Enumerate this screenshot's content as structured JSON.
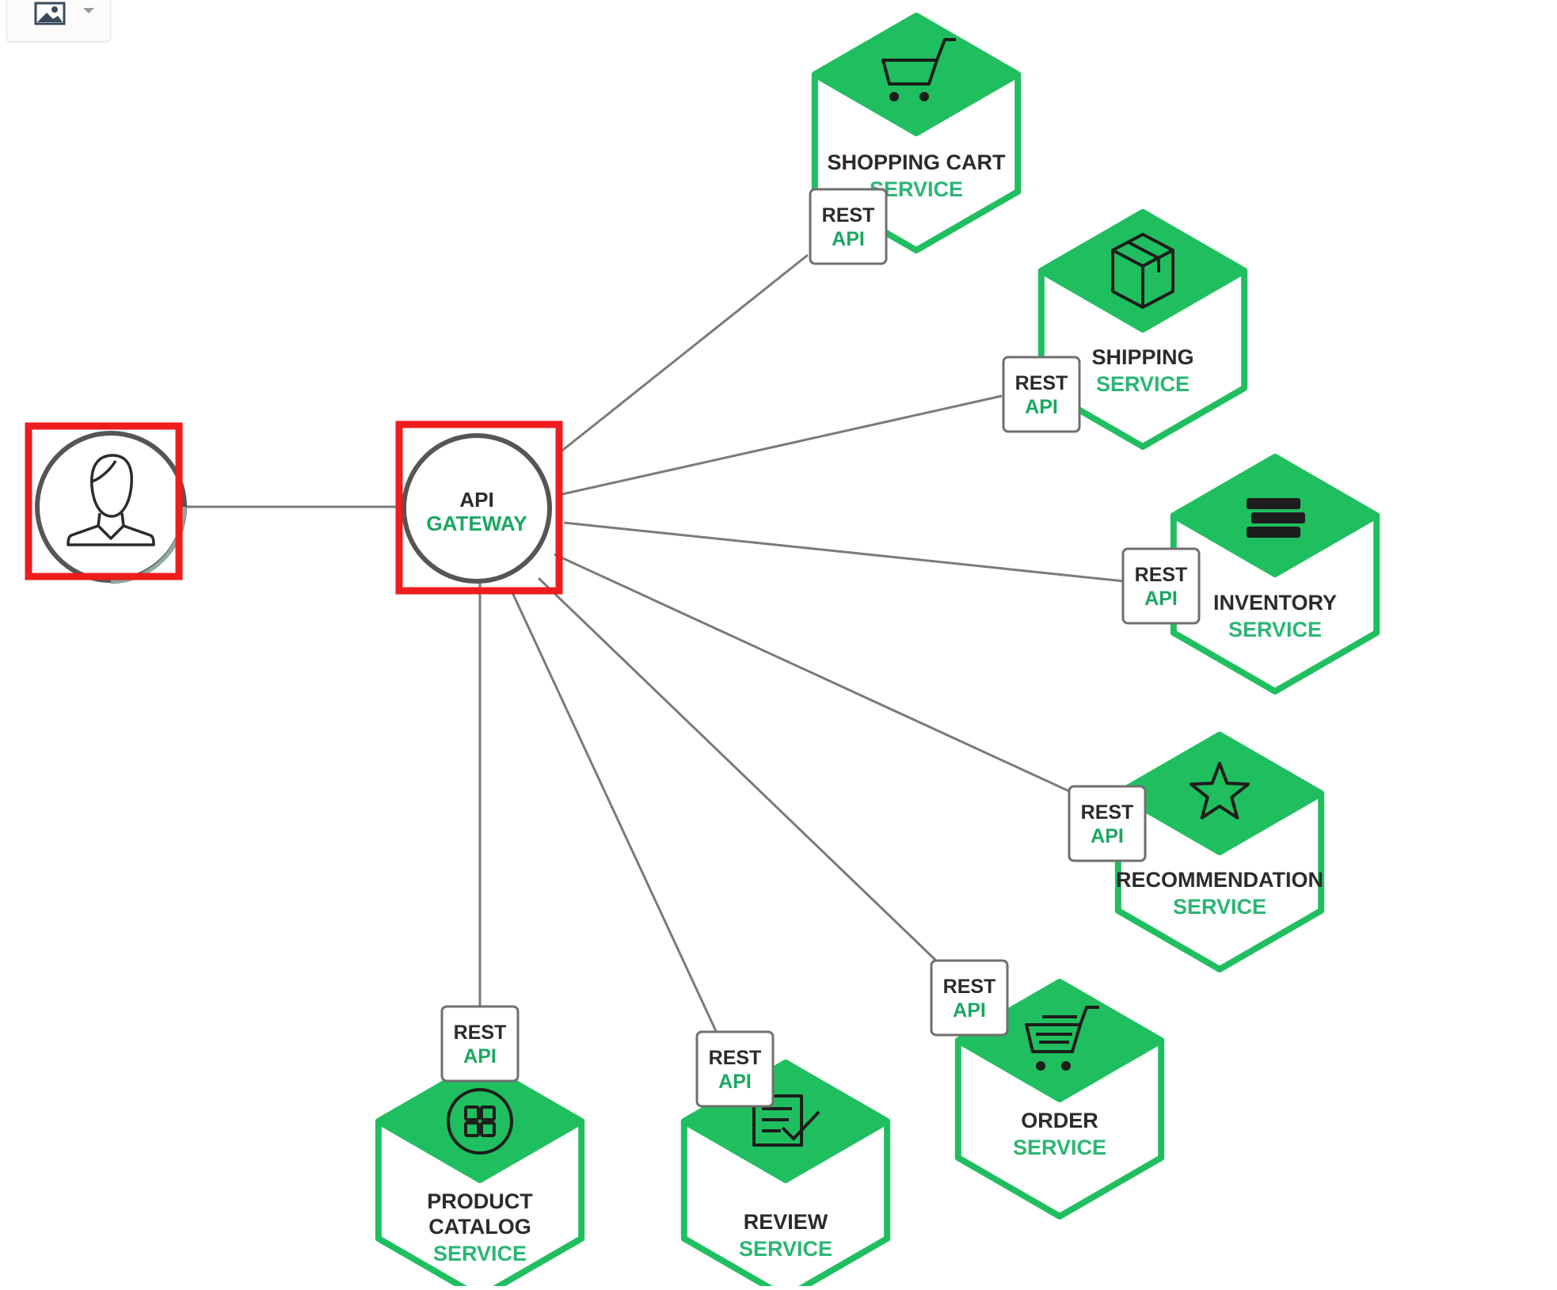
{
  "colors": {
    "accent": "#1fbf5f",
    "accent_text": "#2bb673",
    "line": "#7a7a7a",
    "highlight": "#ee1c1c",
    "ring": "#555555"
  },
  "toolbar": {
    "image_icon": "image-icon",
    "dropdown_icon": "chevron-down-icon"
  },
  "client": {
    "icon": "user-icon"
  },
  "gateway": {
    "line1": "API",
    "line2": "GATEWAY"
  },
  "rest_api": {
    "line1": "REST",
    "line2": "API"
  },
  "services": [
    {
      "icon": "cart-icon",
      "title": [
        "SHOPPING CART"
      ],
      "subtitle": "SERVICE"
    },
    {
      "icon": "box-icon",
      "title": [
        "SHIPPING"
      ],
      "subtitle": "SERVICE"
    },
    {
      "icon": "stack-icon",
      "title": [
        "INVENTORY"
      ],
      "subtitle": "SERVICE"
    },
    {
      "icon": "star-icon",
      "title": [
        "RECOMMENDATION"
      ],
      "subtitle": "SERVICE"
    },
    {
      "icon": "order-cart-icon",
      "title": [
        "ORDER"
      ],
      "subtitle": "SERVICE"
    },
    {
      "icon": "review-icon",
      "title": [
        "REVIEW"
      ],
      "subtitle": "SERVICE"
    },
    {
      "icon": "catalog-icon",
      "title": [
        "PRODUCT",
        "CATALOG"
      ],
      "subtitle": "SERVICE"
    }
  ]
}
